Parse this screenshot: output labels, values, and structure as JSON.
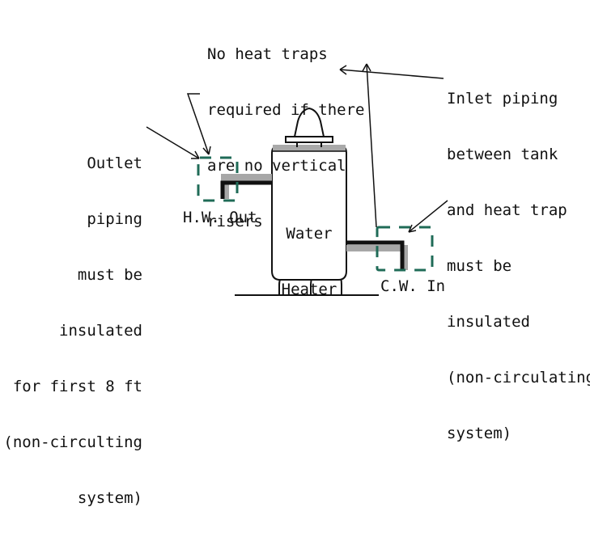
{
  "diagram": {
    "annotations": {
      "no_heat_traps": [
        "No heat traps",
        "required if there",
        "are no vertical",
        "risers"
      ],
      "inlet_piping": [
        "Inlet piping",
        "between tank",
        "and heat trap",
        "must be",
        "insulated",
        "(non-circulating",
        "system)"
      ],
      "outlet_piping": [
        "Outlet",
        "piping",
        "must be",
        "insulated",
        "for first 8 ft",
        "(non-circulting",
        "system)"
      ]
    },
    "tank_label": [
      "Water",
      "Heater"
    ],
    "hot_water_label": "H.W. Out",
    "cold_water_label": "C.W. In",
    "colors": {
      "line": "#111111",
      "dashed_box": "#1f6b57",
      "insulation": "#a7a7a7",
      "tank_top_band": "#a9a9a9",
      "pipe": "#111111"
    }
  }
}
